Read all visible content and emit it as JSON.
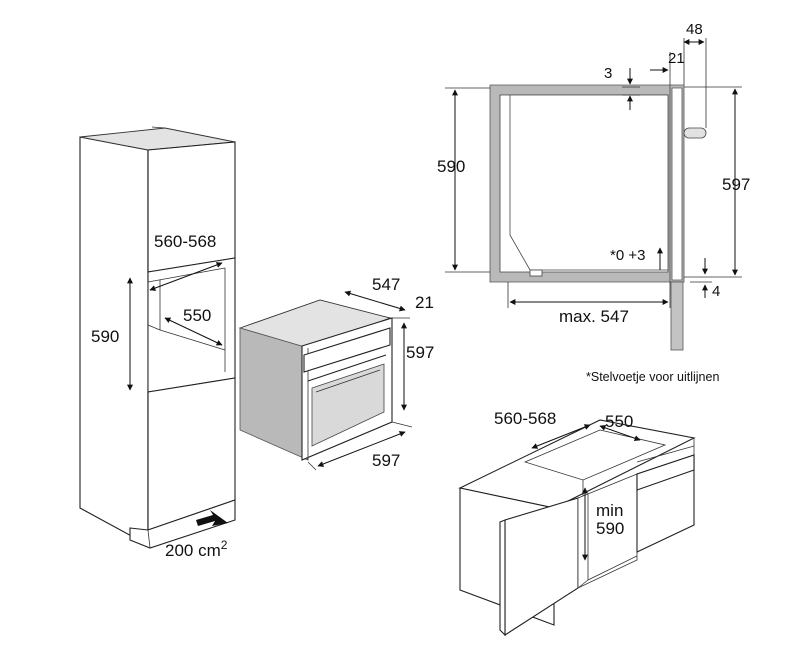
{
  "tall_cabinet": {
    "niche_width": "560-568",
    "niche_depth": "550",
    "niche_height": "590",
    "vent_area": "200 cm",
    "vent_area_exp": "2"
  },
  "oven": {
    "depth": "547",
    "front_thickness": "21",
    "height": "597",
    "width": "597"
  },
  "side_section": {
    "top_gap": "3",
    "panel_offset": "21",
    "front_offset": "48",
    "niche_height": "590",
    "oven_height": "597",
    "foot_adjust": "*0 +3",
    "bottom_gap": "4",
    "max_depth": "max. 547"
  },
  "footnote": "*Stelvoetje voor uitlijnen",
  "counter_cabinet": {
    "niche_width": "560-568",
    "niche_depth": "550",
    "min_label": "min",
    "min_height": "590"
  }
}
